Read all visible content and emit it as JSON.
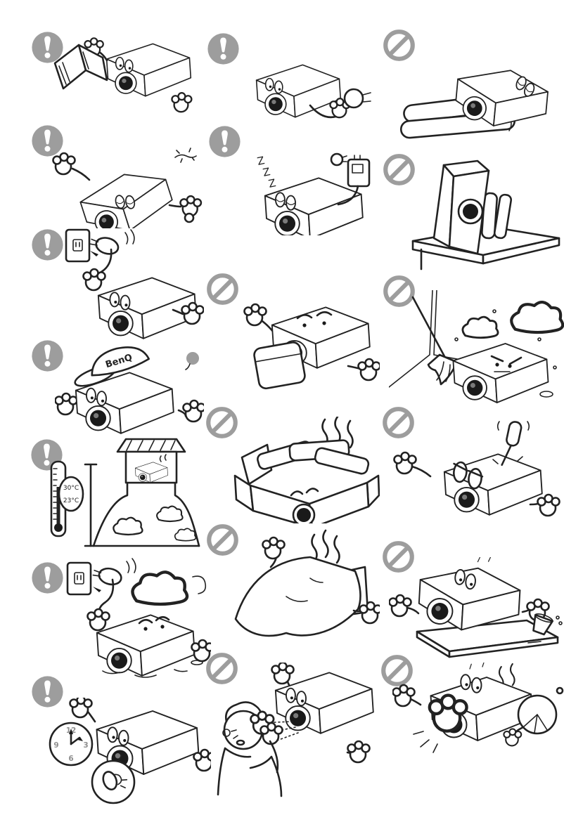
{
  "page": {
    "background": "#ffffff",
    "line_color": "#222222",
    "icon_gray": "#9d9d9d",
    "lens_dark": "#1a1a1a",
    "clock_number_gray": "#8f8f8f"
  },
  "icons": {
    "warning": "exclamation-circle-icon",
    "prohibition": "no-slash-circle-icon"
  },
  "panels": [
    {
      "row": 1,
      "col": 1,
      "icon": "warning",
      "scene": "read-user-manual"
    },
    {
      "row": 1,
      "col": 2,
      "icon": "warning",
      "scene": "keep-power-plug-handy"
    },
    {
      "row": 1,
      "col": 3,
      "icon": "prohibition",
      "scene": "do-not-place-on-soft-bedding"
    },
    {
      "row": 2,
      "col": 1,
      "icon": "warning",
      "scene": "handle-with-care-do-not-shake"
    },
    {
      "row": 2,
      "col": 2,
      "icon": "warning",
      "scene": "unplug-when-sleeping-not-in-use"
    },
    {
      "row": 2,
      "col": 3,
      "icon": "prohibition",
      "scene": "do-not-stand-upright-on-edge"
    },
    {
      "row": 3,
      "col": 1,
      "icon": "warning",
      "scene": "plug-into-proper-outlet"
    },
    {
      "row": 3,
      "col": 2,
      "icon": "prohibition",
      "scene": "do-not-block-the-lens"
    },
    {
      "row": 3,
      "col": 3,
      "icon": "prohibition",
      "scene": "avoid-dusty-environments"
    },
    {
      "row": 4,
      "col": 1,
      "icon": "warning",
      "scene": "use-genuine-benq-accessories"
    },
    {
      "row": 4,
      "col": 2,
      "icon": "prohibition",
      "scene": "do-not-pile-objects-on-projector"
    },
    {
      "row": 4,
      "col": 3,
      "icon": "prohibition",
      "scene": "do-not-open-or-repair-yourself"
    },
    {
      "row": 5,
      "col": 1,
      "icon": "warning",
      "scene": "observe-temperature-and-altitude-limits"
    },
    {
      "row": 6,
      "col": 1,
      "icon": "warning",
      "scene": "unplug-during-storms-keep-dry"
    },
    {
      "row": 6,
      "col": 2,
      "icon": "prohibition",
      "scene": "do-not-cover-while-operating"
    },
    {
      "row": 6,
      "col": 3,
      "icon": "prohibition",
      "scene": "keep-liquids-away-from-projector"
    },
    {
      "row": 7,
      "col": 1,
      "icon": "warning",
      "scene": "allow-lamp-cool-down-time"
    },
    {
      "row": 7,
      "col": 2,
      "icon": "prohibition",
      "scene": "do-not-look-into-the-lens"
    },
    {
      "row": 7,
      "col": 3,
      "icon": "prohibition",
      "scene": "do-not-block-ventilation"
    }
  ],
  "texts": {
    "z": "Z",
    "benq": "BenQ",
    "thermo_high": "30°C",
    "thermo_low": "23°C",
    "clock_12": "12",
    "clock_3": "3",
    "clock_6": "6",
    "clock_9": "9"
  }
}
